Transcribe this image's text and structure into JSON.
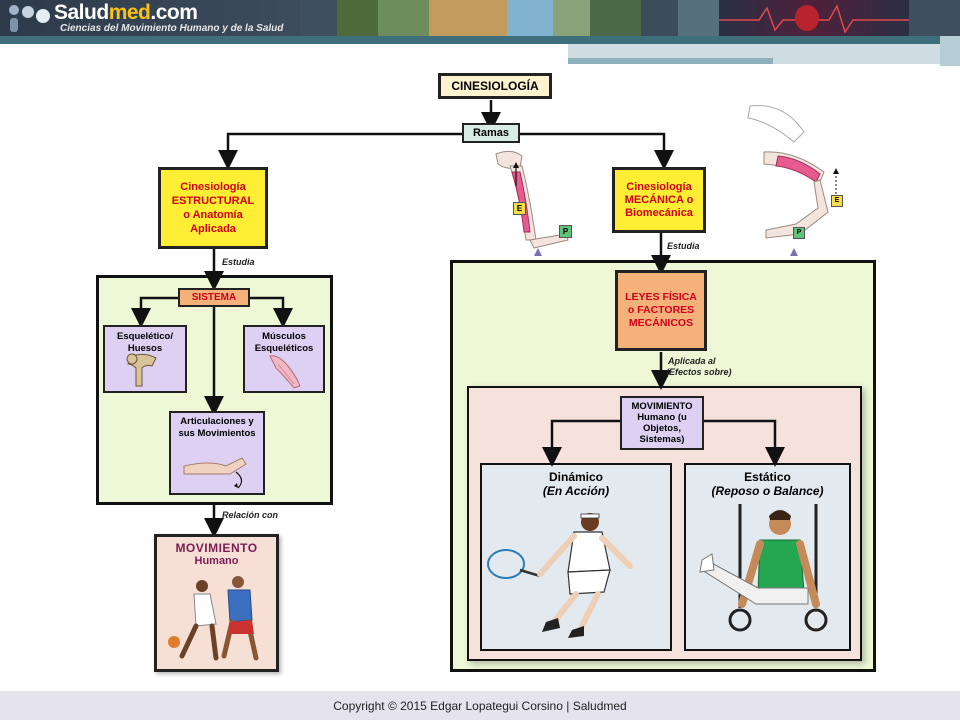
{
  "header": {
    "logo_main": "Salud",
    "logo_highlight": "med",
    "logo_domain": ".com",
    "logo_tagline": "Ciencias del Movimiento Humano y de la Salud"
  },
  "diagram": {
    "root": "CINESIOLOGÍA",
    "branches": "Ramas",
    "left": {
      "title": "Cinesiología ESTRUCTURAL o Anatomía Aplicada",
      "studies_label": "Estudia",
      "system": "SISTEMA",
      "skeletal": "Esquelético/ Huesos",
      "muscles": "Músculos Esqueléticos",
      "joints": "Articulaciones y sus Movimientos",
      "relation_label": "Relación con",
      "movement_line1": "MOVIMIENTO",
      "movement_line2": "Humano"
    },
    "right": {
      "title": "Cinesiología MECÁNICA o Biomecánica",
      "studies_label": "Estudia",
      "laws": "LEYES FÍSICA o FACTORES MECÁNICOS",
      "applied_label_1": "Aplicada al",
      "applied_label_2": "(Efectos sobre)",
      "movement": "MOVIMIENTO Humano (u Objetos, Sistemas)",
      "dynamic_title": "Dinámico",
      "dynamic_sub": "(En Acción)",
      "static_title": "Estático",
      "static_sub": "(Reposo o Balance)"
    },
    "arm_labels": {
      "effort": "E",
      "pivot": "P"
    }
  },
  "footer": {
    "copyright": "Copyright © 2015 Edgar Lopategui Corsino | Saludmed"
  },
  "colors": {
    "banner": "#2d3a4a",
    "yellow_box": "#ffee33",
    "orange_box": "#f3b27a",
    "violet_box": "#ddd0f2",
    "green_panel": "#eef7d6",
    "pink_panel": "#f6e2dc",
    "grey_panel": "#e2eaef",
    "ramas_box": "#d6ece4",
    "root_box": "#fff3d0",
    "movement_box": "#f6e0d6"
  }
}
